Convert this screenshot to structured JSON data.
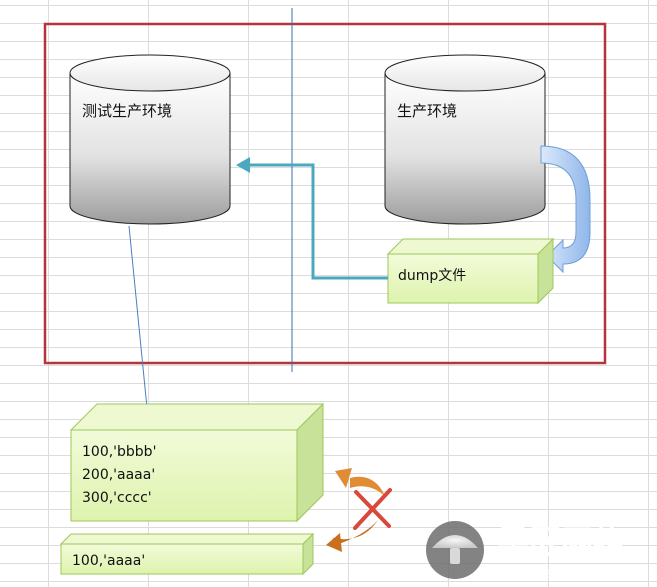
{
  "colors": {
    "frame": "#b5353c",
    "divider": "#3c6fa8",
    "flow_arrow": "#4aa8bf",
    "db_link": "#4a7ec2",
    "box_fill": "#e7f7c2",
    "box_side": "#c9e29a",
    "box_border": "#9cc859",
    "curl_arrow": "#9ec0ec",
    "cross": "#d8493b",
    "swap_arrow": "#e08c35"
  },
  "databases": {
    "test": {
      "label": "测试生产环境"
    },
    "prod": {
      "label": "生产环境"
    }
  },
  "dump_box": {
    "label": "dump文件"
  },
  "record_box": {
    "rows": [
      "100,'bbbb'",
      "200,'aaaa'",
      "300,'cccc'"
    ]
  },
  "single_box": {
    "label": "100,'aaaa'"
  },
  "watermark": {
    "text": "黑区网络",
    "url": "www.heiqu.com"
  }
}
